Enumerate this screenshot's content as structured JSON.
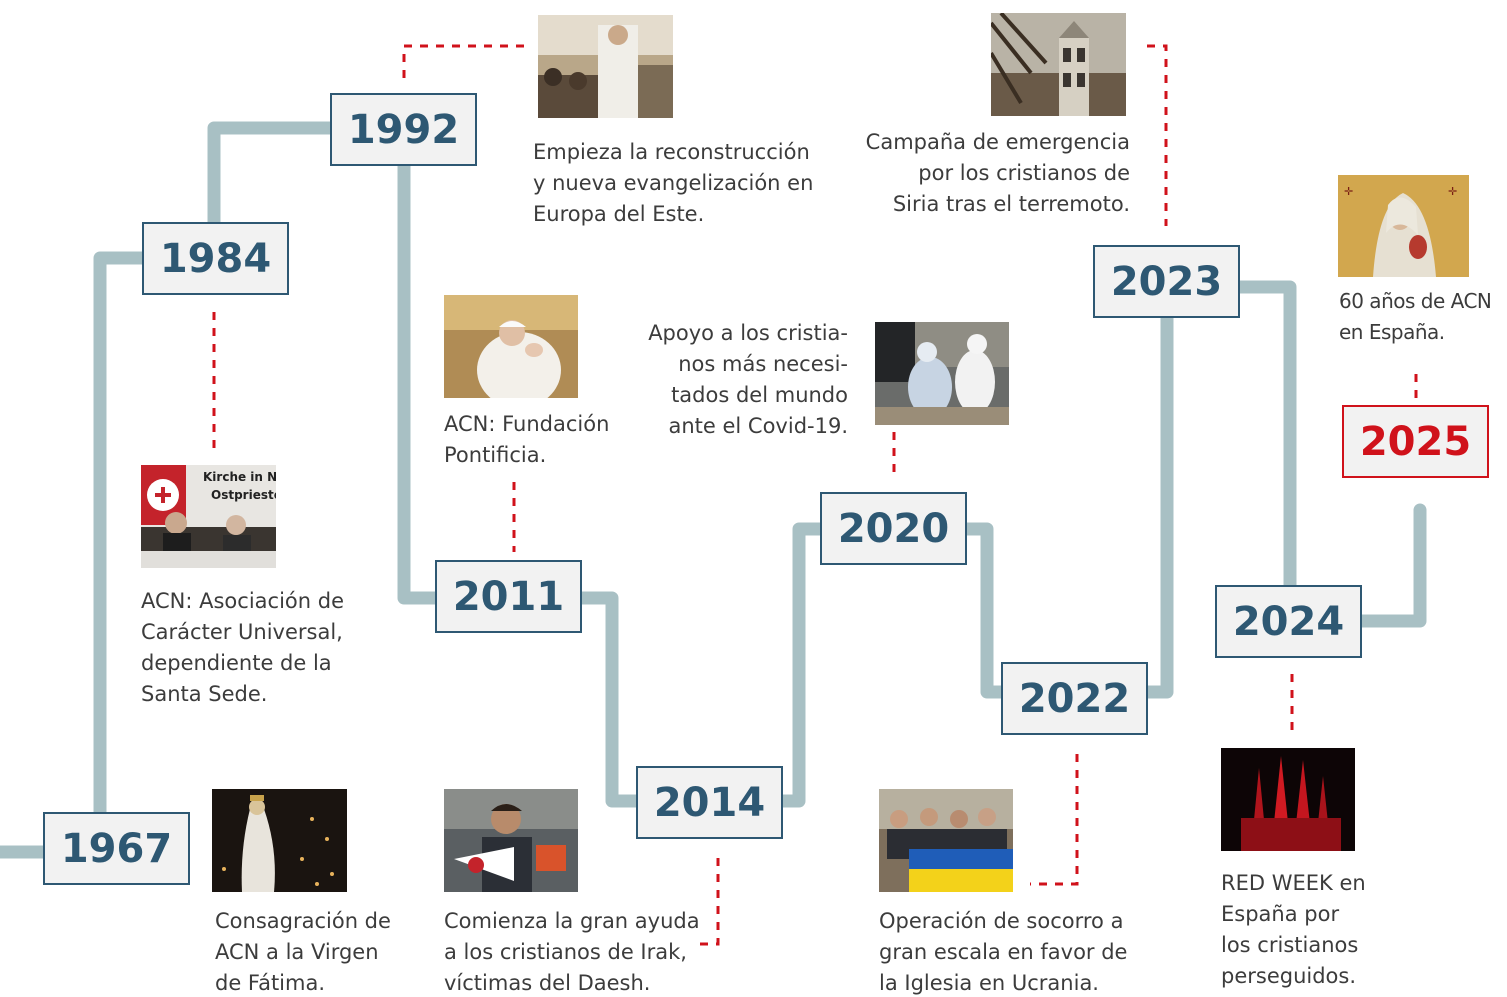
{
  "colors": {
    "track": "#a8c0c4",
    "year_border": "#2e5873",
    "year_text": "#2e5873",
    "year_fill": "#f2f2f2",
    "accent": "#d0121b",
    "connector": "#d0121b",
    "caption_text": "#3c3c3c"
  },
  "milestones": {
    "y1967": {
      "year": "1967",
      "caption": "Consagración de\nACN a la Virgen\nde Fátima.",
      "photo": "fatima-virgin-statue-photo"
    },
    "y1984": {
      "year": "1984",
      "caption": "ACN: Asociación de\nCarácter Universal,\ndependiente de la\nSanta Sede.",
      "photo": "press-conference-photo",
      "photo_text_line1": "Kirche in N",
      "photo_text_line2": "Ostpriester"
    },
    "y1992": {
      "year": "1992",
      "caption": "Empieza la reconstrucción\ny nueva evangelización en\nEuropa del Este.",
      "photo": "priest-at-altar-photo"
    },
    "y2011": {
      "year": "2011",
      "caption": "ACN: Fundación\nPontificia.",
      "photo": "pope-benedict-applauding-photo"
    },
    "y2014": {
      "year": "2014",
      "caption": "Comienza la gran ayuda\na los cristianos de Irak,\nvíctimas del Daesh.",
      "photo": "man-holding-pennant-photo"
    },
    "y2020": {
      "year": "2020",
      "caption": "Apoyo a los cristia-\nnos más necesi-\ntados del mundo\nante el Covid-19.",
      "photo": "volunteers-protective-suits-photo"
    },
    "y2022": {
      "year": "2022",
      "caption": "Operación de socorro a\ngran escala en favor de\nla Iglesia en Ucrania.",
      "photo": "group-with-ukrainian-flag-photo"
    },
    "y2023": {
      "year": "2023",
      "caption": "Campaña de emergencia\npor los cristianos de\nSiria tras el terremoto.",
      "photo": "damaged-bell-tower-photo"
    },
    "y2024": {
      "year": "2024",
      "caption": "RED WEEK en\nEspaña por\nlos cristianos\nperseguidos.",
      "photo": "sagrada-familia-red-lit-photo"
    },
    "y2025": {
      "year": "2025",
      "caption": "60 años de ACN\nen España.",
      "photo": "virgin-icon-painting-photo",
      "highlighted": true
    }
  }
}
